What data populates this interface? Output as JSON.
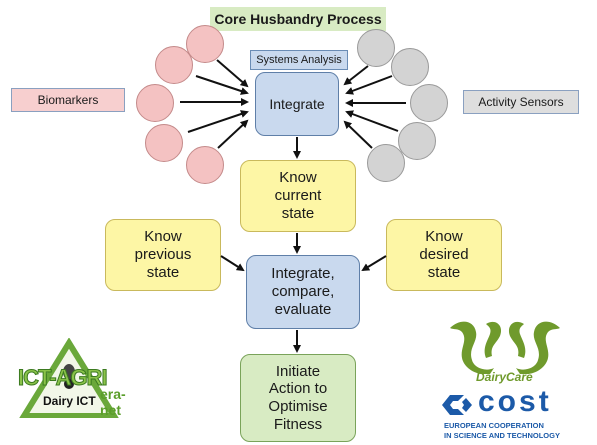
{
  "diagram": {
    "title": "Core Husbandry Process",
    "systems_analysis": "Systems Analysis",
    "biomarkers": "Biomarkers",
    "activity_sensors": "Activity Sensors",
    "integrate": "Integrate",
    "know_current": "Know\ncurrent\nstate",
    "know_previous": "Know\nprevious\nstate",
    "know_desired": "Know\ndesired\nstate",
    "integrate_compare": "Integrate,\ncompare,\nevaluate",
    "initiate_action": "Initiate\nAction to\nOptimise\nFitness"
  },
  "logos": {
    "ict_agri": "ICT-AGRI",
    "dairy_ict": "Dairy ICT",
    "era_net": "era-net",
    "dairycare": "DairyCare",
    "cost": "cost",
    "cost_sub_1": "EUROPEAN COOPERATION",
    "cost_sub_2": "IN SCIENCE AND TECHNOLOGY"
  },
  "colors": {
    "pink": "#f4c2c2",
    "grey": "#d3d3d3",
    "green": "#d8ebc3",
    "yellow": "#fdf6a5",
    "blue": "#c9d9ee",
    "cost_blue": "#1c5aa8",
    "dairycare_green": "#6f9a2c"
  }
}
